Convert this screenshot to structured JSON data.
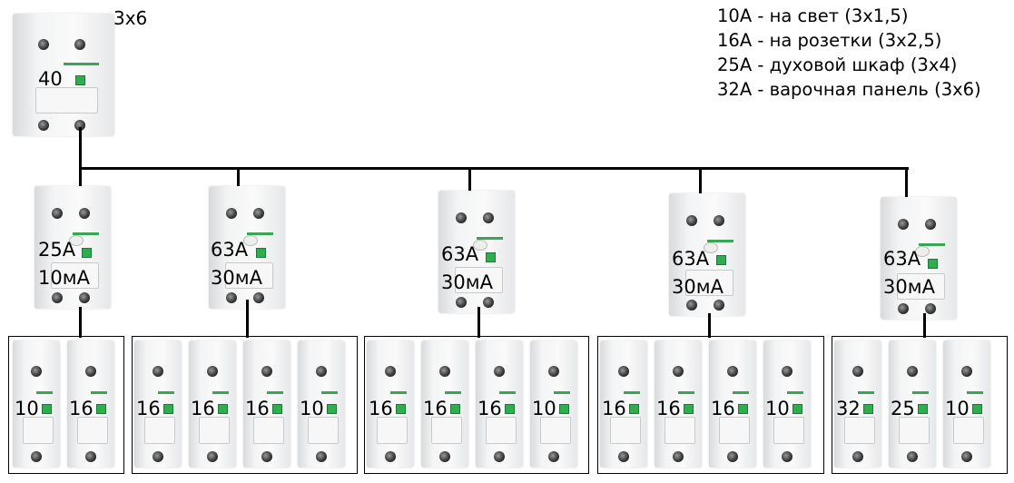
{
  "main_breaker": {
    "rating": "40",
    "cable": "3x6"
  },
  "legend": [
    "10А - на свет (3х1,5)",
    "16А - на розетки (3х2,5)",
    "25А - духовой шкаф (3х4)",
    "32А - варочная панель (3х6)"
  ],
  "rcds": [
    {
      "rating": "25А",
      "leakage": "10мА",
      "breakers": [
        "10",
        "16"
      ]
    },
    {
      "rating": "63А",
      "leakage": "30мА",
      "breakers": [
        "16",
        "16",
        "16",
        "10"
      ]
    },
    {
      "rating": "63А",
      "leakage": "30мА",
      "breakers": [
        "16",
        "16",
        "16",
        "10"
      ]
    },
    {
      "rating": "63А",
      "leakage": "30мА",
      "breakers": [
        "16",
        "16",
        "16",
        "10"
      ]
    },
    {
      "rating": "63А",
      "leakage": "30мА",
      "breakers": [
        "32",
        "25",
        "10"
      ]
    }
  ]
}
